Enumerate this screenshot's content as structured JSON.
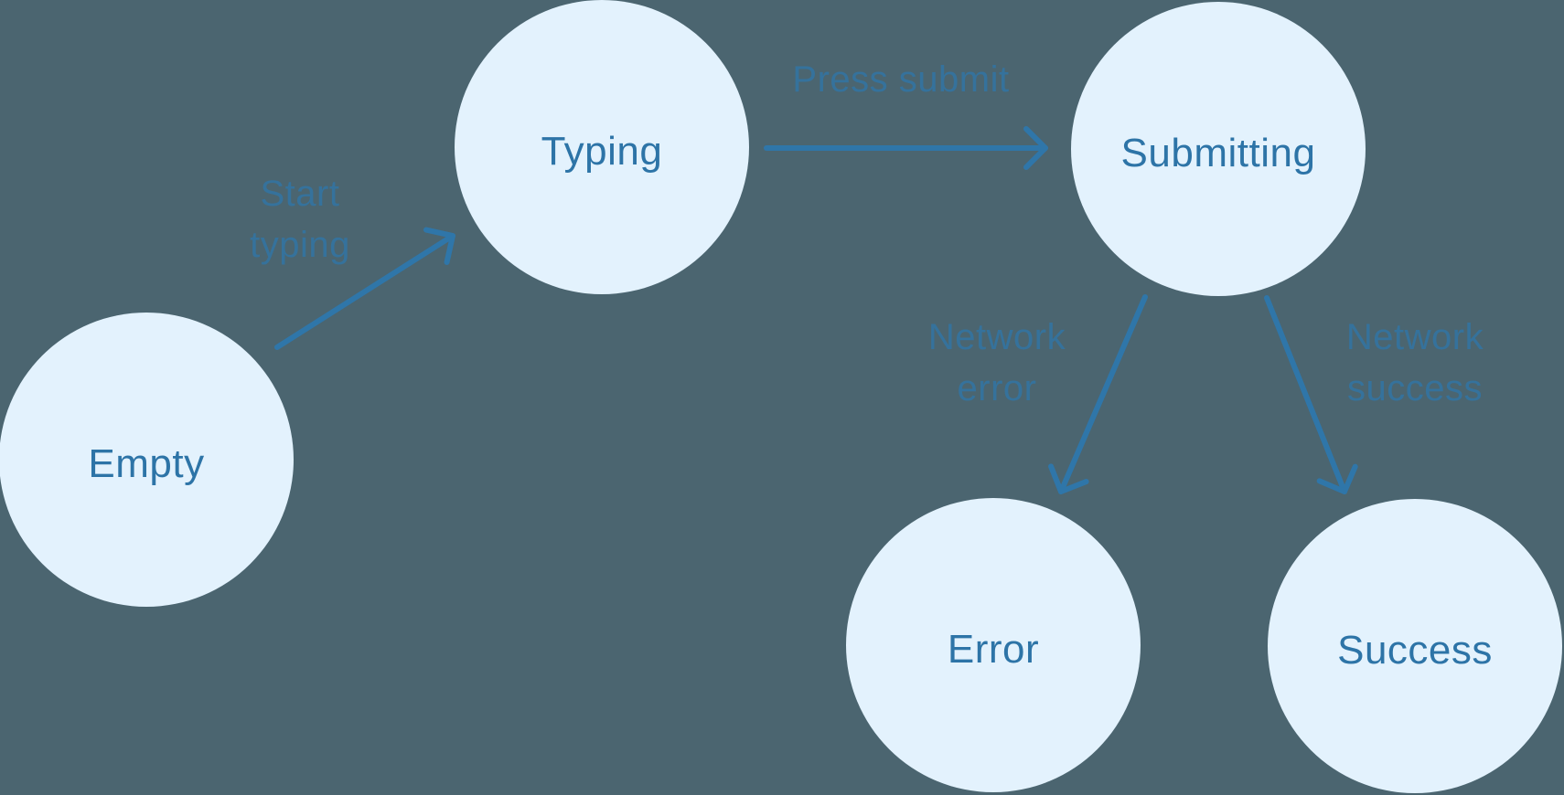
{
  "diagram": {
    "type": "state-machine",
    "colors": {
      "bg": "#4b6570",
      "node-fill": "#e3f2fd",
      "node-text": "#2d74a7",
      "arrow": "#2f76a9",
      "label": "#2f76a9"
    },
    "states": [
      {
        "id": "empty",
        "label": "Empty"
      },
      {
        "id": "typing",
        "label": "Typing"
      },
      {
        "id": "submitting",
        "label": "Submitting"
      },
      {
        "id": "error",
        "label": "Error"
      },
      {
        "id": "success",
        "label": "Success"
      }
    ],
    "transitions": [
      {
        "from": "empty",
        "to": "typing",
        "label": "Start typing",
        "line1": "Start",
        "line2": "typing"
      },
      {
        "from": "typing",
        "to": "submitting",
        "label": "Press submit",
        "line1": "Press submit",
        "line2": ""
      },
      {
        "from": "submitting",
        "to": "error",
        "label": "Network error",
        "line1": "Network",
        "line2": "error"
      },
      {
        "from": "submitting",
        "to": "success",
        "label": "Network success",
        "line1": "Network",
        "line2": "success"
      }
    ]
  }
}
